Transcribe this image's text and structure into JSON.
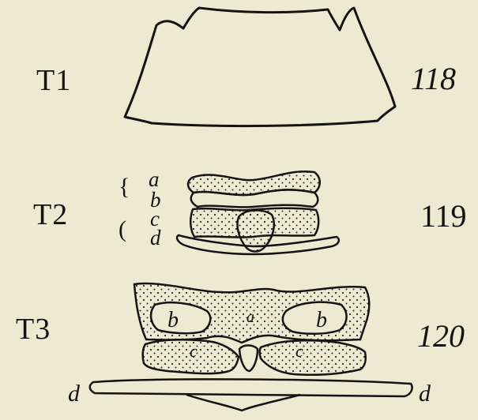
{
  "plate": {
    "background": "#ecebd2",
    "ink": "#141414",
    "stipple": "#2a2a2a"
  },
  "figures": [
    {
      "id": "t1",
      "row_label": "T1",
      "figure_number": "118"
    },
    {
      "id": "t2",
      "row_label": "T2",
      "figure_number": "119",
      "part_labels": [
        "a",
        "b",
        "c",
        "d"
      ]
    },
    {
      "id": "t3",
      "row_label": "T3",
      "figure_number": "120",
      "part_labels": [
        "b",
        "a",
        "b",
        "c",
        "c",
        "d",
        "d"
      ]
    }
  ]
}
